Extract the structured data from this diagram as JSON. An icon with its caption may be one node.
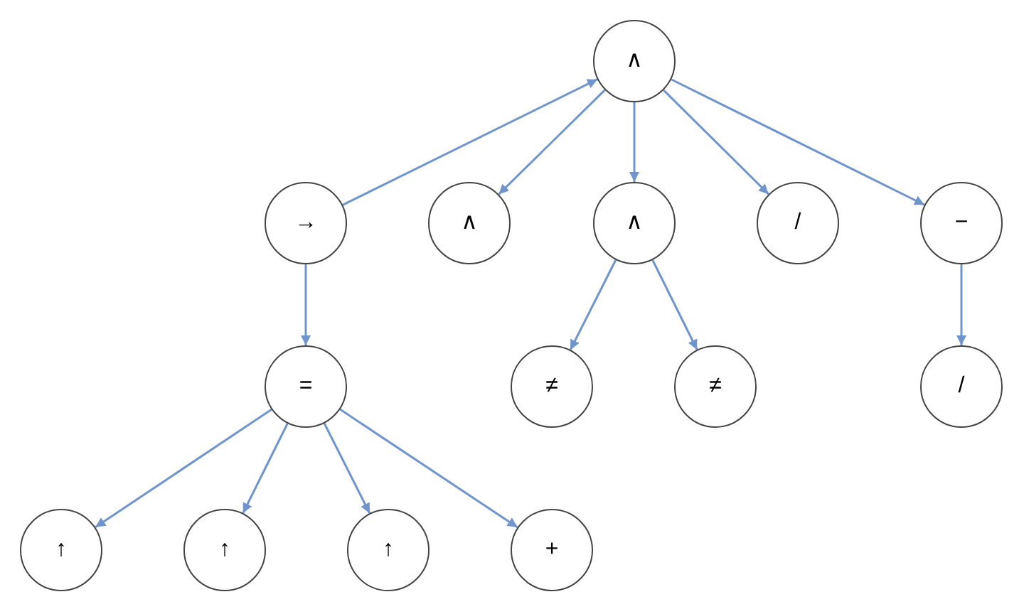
{
  "diagram": {
    "nodes": [
      {
        "text": [
          "∧"
        ]
      },
      {
        "text": [
          "→"
        ]
      },
      {
        "text": [
          "∧"
        ]
      },
      {
        "text": [
          "∧"
        ]
      },
      {
        "text": [
          "/"
        ]
      },
      {
        "text": [
          "−"
        ]
      },
      {
        "text": [
          "="
        ]
      },
      {
        "text": [
          "≠"
        ]
      },
      {
        "text": [
          "≠"
        ]
      },
      {
        "text": [
          "/"
        ]
      },
      {
        "text": [
          "↑"
        ]
      },
      {
        "text": [
          "↑"
        ]
      },
      {
        "text": [
          "↑"
        ]
      },
      {
        "text": [
          "+"
        ]
      }
    ],
    "edges": [
      {
        "from": 1,
        "to": 0,
        "arrow": "to"
      },
      {
        "from": 0,
        "to": 2,
        "arrow": "to"
      },
      {
        "from": 0,
        "to": 3,
        "arrow": "to"
      },
      {
        "from": 0,
        "to": 4,
        "arrow": "to"
      },
      {
        "from": 0,
        "to": 5,
        "arrow": "to"
      },
      {
        "from": 1,
        "to": 6,
        "arrow": "to"
      },
      {
        "from": 3,
        "to": 7,
        "arrow": "to"
      },
      {
        "from": 3,
        "to": 8,
        "arrow": "to"
      },
      {
        "from": 5,
        "to": 9,
        "arrow": "to"
      },
      {
        "from": 6,
        "to": 10,
        "arrow": "to"
      },
      {
        "from": 6,
        "to": 11,
        "arrow": "to"
      },
      {
        "from": 6,
        "to": 12,
        "arrow": "to"
      },
      {
        "from": 6,
        "to": 13,
        "arrow": "to"
      }
    ]
  }
}
